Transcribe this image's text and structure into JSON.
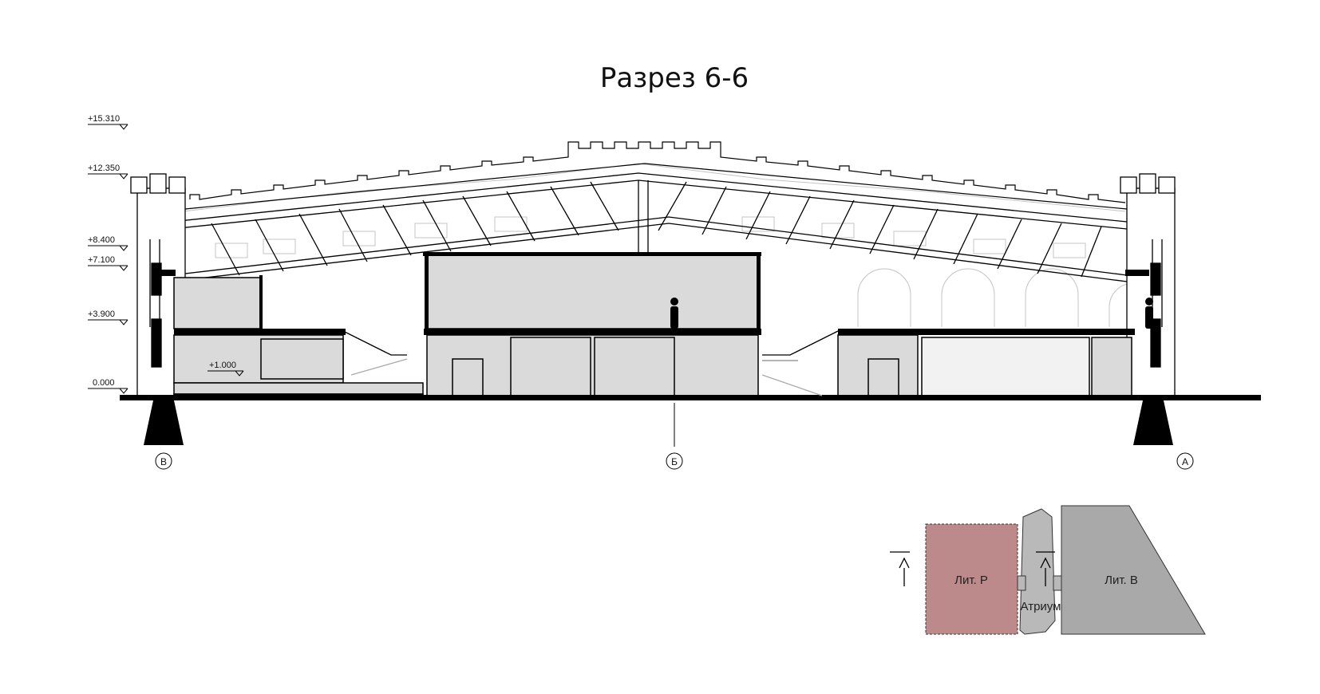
{
  "title": "Разрез 6-6",
  "levels": [
    "+15.310",
    "+12.350",
    "+8.400",
    "+7.100",
    "+3.900",
    "0.000",
    "+1.000"
  ],
  "axes": [
    "В",
    "Б",
    "А"
  ],
  "key_plan": {
    "lit_r": "Лит. Р",
    "lit_v": "Лит. В",
    "atrium": "Атриум",
    "colors": {
      "lit_r": "#bc8a8a",
      "lit_v": "#a9a9a9",
      "atrium": "#b9b9b9"
    }
  },
  "colors": {
    "slab_fill": "#dadada",
    "line": "#000000",
    "ghost": "#c4c4c4"
  }
}
